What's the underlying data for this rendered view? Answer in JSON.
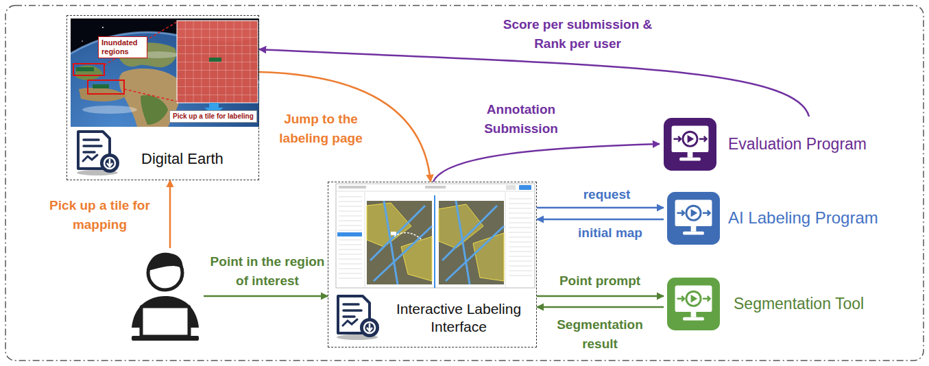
{
  "diagram": {
    "nodes": [
      {
        "text": [
          "Digital Earth"
        ]
      },
      {
        "text": [
          "Interactive Labeling Interface"
        ]
      },
      {
        "text": [
          "Evaluation Program"
        ]
      },
      {
        "text": [
          "AI Labeling Program"
        ]
      },
      {
        "text": [
          "Segmentation Tool"
        ]
      },
      {
        "text": []
      }
    ],
    "edges": [
      {
        "from": 5,
        "to": 0,
        "label": "Pick up a tile for mapping",
        "arrow": "to"
      },
      {
        "from": 0,
        "to": 1,
        "label": "Jump to the labeling page",
        "arrow": "to"
      },
      {
        "from": 1,
        "to": 2,
        "label": "Annotation Submission",
        "arrow": "to"
      },
      {
        "from": 2,
        "to": 0,
        "label": "Score per submission & Rank per user",
        "arrow": "to"
      },
      {
        "from": 5,
        "to": 1,
        "label": "Point in the region of interest",
        "arrow": "to"
      },
      {
        "from": 1,
        "to": 3,
        "label": "request",
        "arrow": "to"
      },
      {
        "from": 3,
        "to": 1,
        "label": "initial map",
        "arrow": "to"
      },
      {
        "from": 1,
        "to": 4,
        "label": "Point prompt",
        "arrow": "to"
      },
      {
        "from": 4,
        "to": 1,
        "label": "Segmentation result",
        "arrow": "to"
      }
    ],
    "labels": [
      "Inundated regions",
      "Pick up a tile for labeling"
    ]
  }
}
